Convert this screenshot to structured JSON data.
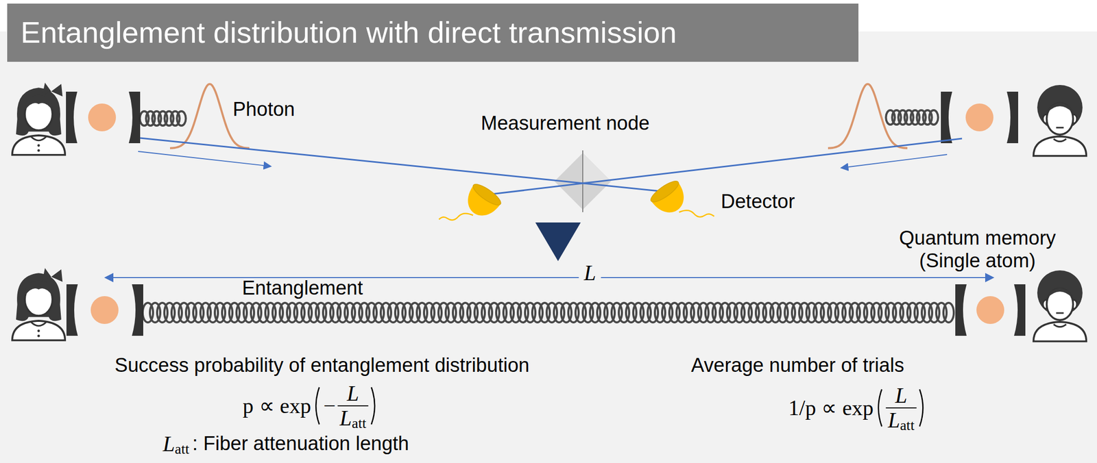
{
  "diagram": {
    "title": "Entanglement distribution with direct transmission",
    "labels": [
      "Photon",
      "Measurement node",
      "Detector",
      "L",
      "Quantum memory (Single atom)",
      "Entanglement",
      "Success probability of entanglement distribution",
      "p ∝ exp",
      "−",
      "L",
      "L",
      "att",
      "L",
      "att",
      ": Fiber attenuation length",
      "Average number of trials",
      "1/p ∝ exp",
      "L",
      "L",
      "att"
    ]
  }
}
